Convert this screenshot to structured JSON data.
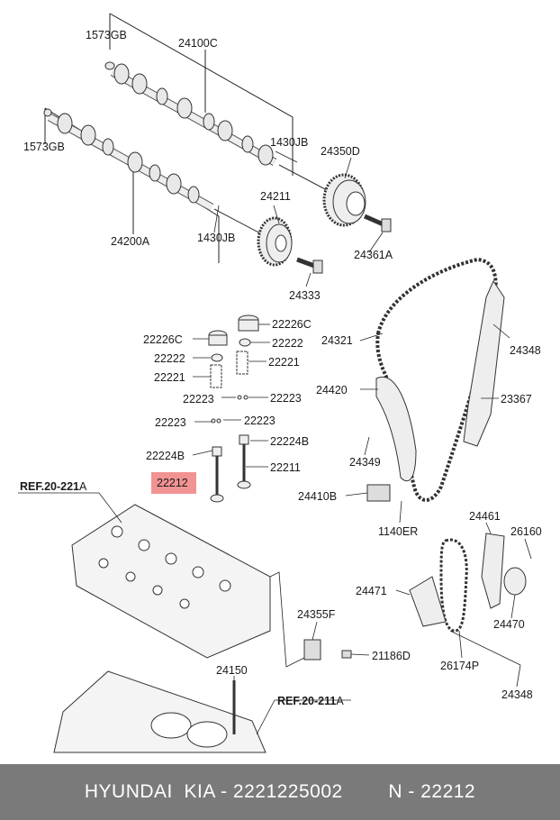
{
  "labels": {
    "p1573gb_top": "1573GB",
    "p24100c": "24100C",
    "p1573gb_mid": "1573GB",
    "p1430jb_top": "1430JB",
    "p24350d": "24350D",
    "p24211": "24211",
    "p24200a": "24200A",
    "p1430jb_bot": "1430JB",
    "p24361a": "24361A",
    "p24333": "24333",
    "p22226c_r": "22226C",
    "p22226c_l": "22226C",
    "p22222_r": "22222",
    "p22222_l": "22222",
    "p22221_r": "22221",
    "p22221_l": "22221",
    "p22223_a": "22223",
    "p22223_b": "22223",
    "p22223_c": "22223",
    "p22223_d": "22223",
    "p22224b_l": "22224B",
    "p22224b_r": "22224B",
    "p22212": "22212",
    "p22211": "22211",
    "p24321": "24321",
    "p24348_top": "24348",
    "p24420": "24420",
    "p23367": "23367",
    "p24349": "24349",
    "p24410b": "24410B",
    "p1140er": "1140ER",
    "p24461": "24461",
    "p26160": "26160",
    "p24471": "24471",
    "p24470": "24470",
    "p26174p": "26174P",
    "p24348_bot": "24348",
    "p24355f": "24355F",
    "p21186d": "21186D",
    "p24150": "24150",
    "ref_a_prefix": "REF.20-221",
    "ref_a_suffix": "A",
    "ref_b_prefix": "REF.20-211",
    "ref_b_suffix": "A"
  },
  "colors": {
    "highlight": "#f08080",
    "footer_bg": "#7a7a7a"
  },
  "footer": {
    "brand": "HYUNDAI  KIA - 2221225002",
    "part": "N - 22212"
  }
}
